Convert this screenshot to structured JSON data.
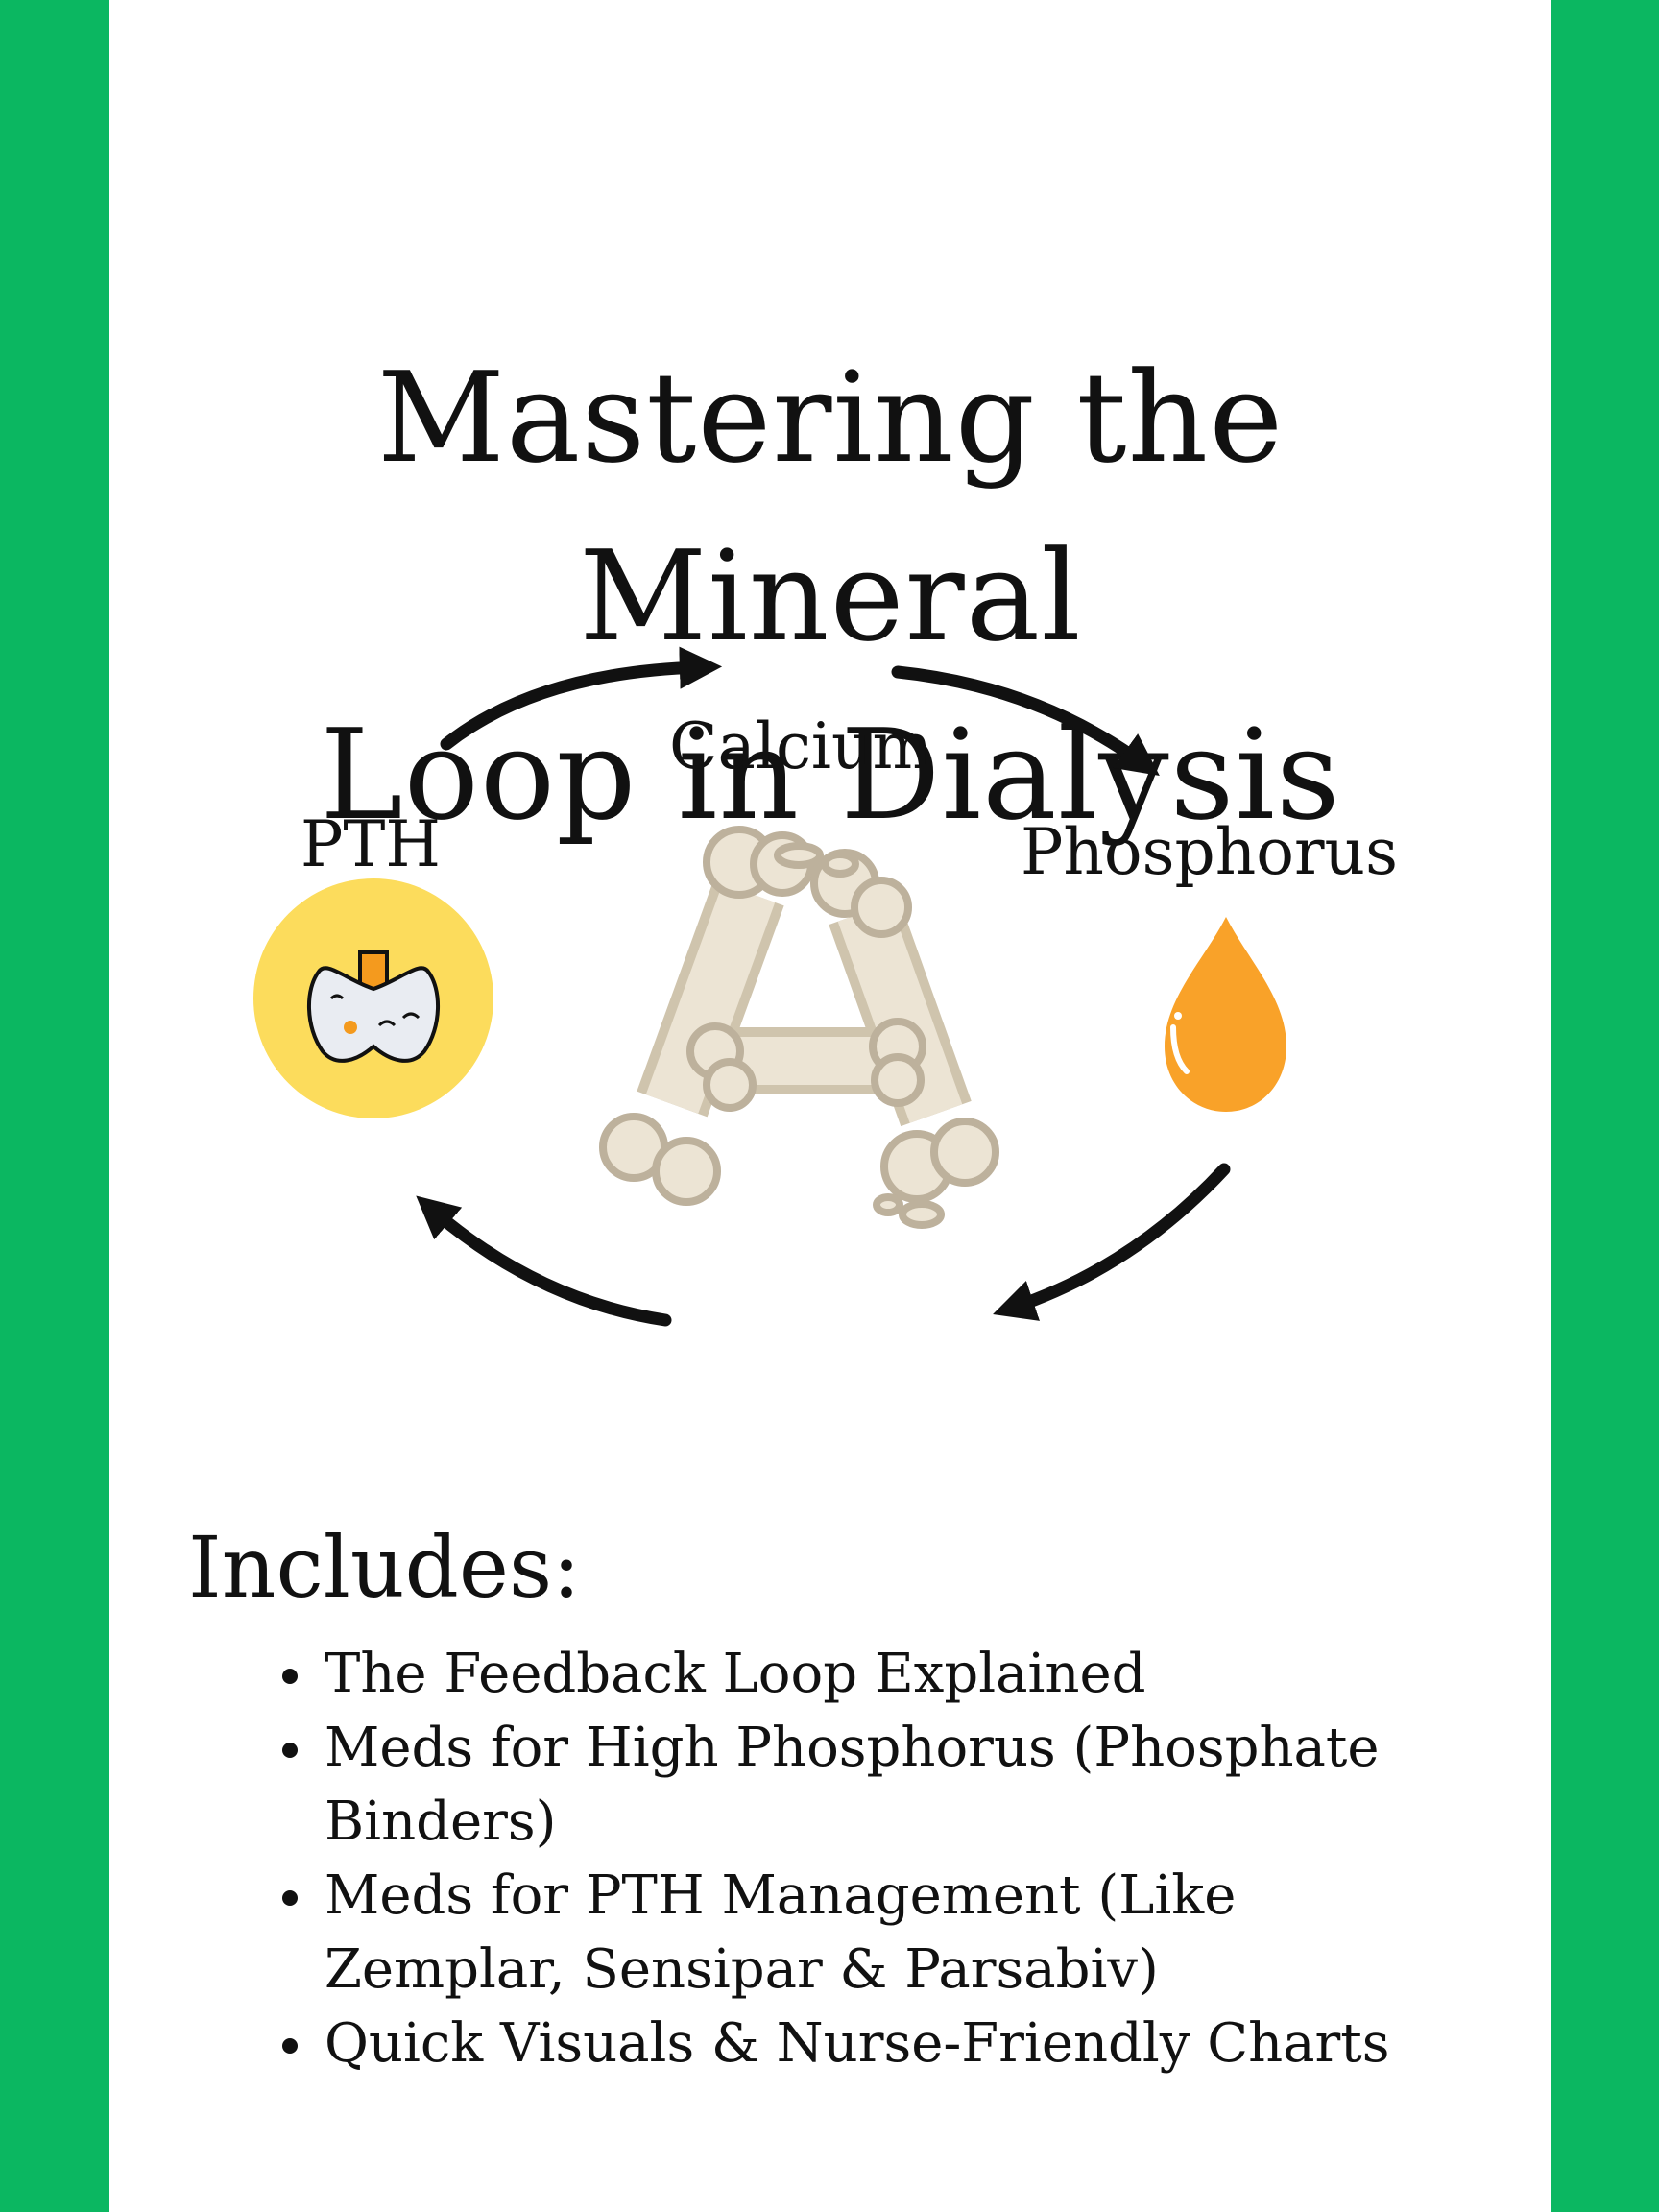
{
  "title": {
    "line1": "Mastering the Mineral",
    "line2": "Loop in Dialysis"
  },
  "diagram": {
    "labels": {
      "calcium": "Calcium",
      "pth": "PTH",
      "phosphorus": "Phosphorus"
    },
    "icons": [
      "thyroid-gland-icon",
      "bone-letter-a-icon",
      "orange-drop-icon",
      "cycle-arrow-icon"
    ],
    "colors": {
      "arrow": "#111111",
      "pth_circle": "#fcdc5c",
      "drop": "#f9a229",
      "bone": "#ece4d4"
    }
  },
  "includes": {
    "heading": "Includes:",
    "items": [
      "The Feedback Loop Explained",
      "Meds for High Phosphorus (Phosphate Binders)",
      "Meds for PTH Management (Like Zemplar, Sensipar & Parsabiv)",
      "Quick Visuals & Nurse-Friendly Charts"
    ]
  },
  "colors": {
    "side_bars": "#0bb761",
    "background": "#ffffff",
    "text": "#111111"
  }
}
